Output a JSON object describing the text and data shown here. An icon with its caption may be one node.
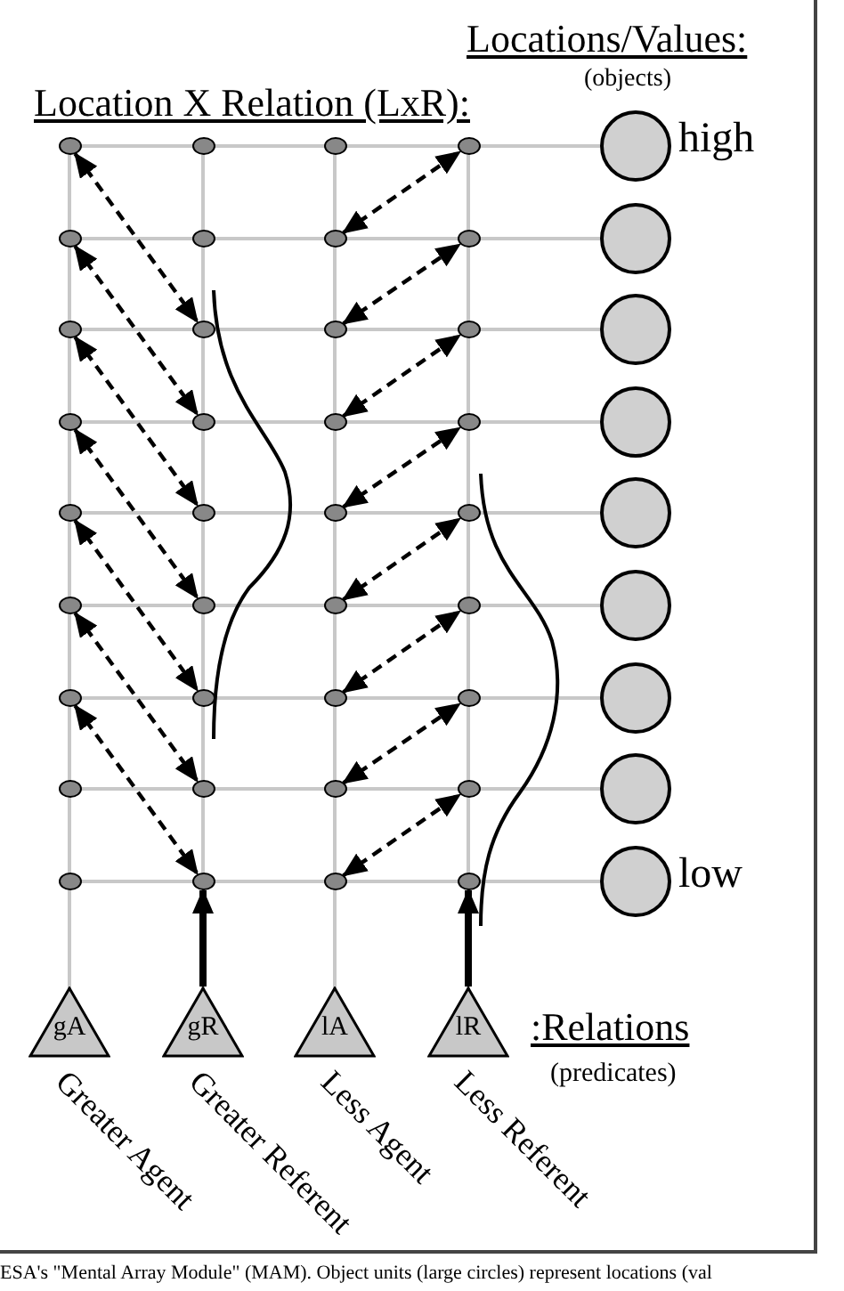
{
  "diagram": {
    "caption": "ESA's \"Mental Array Module\" (MAM).  Object units (large circles) represent locations (val",
    "nodes": [
      {
        "text": [],
        "shape": "circle"
      },
      {
        "text": [],
        "shape": "circle"
      },
      {
        "text": [],
        "shape": "circle"
      },
      {
        "text": [],
        "shape": "circle"
      },
      {
        "text": [],
        "shape": "circle"
      },
      {
        "text": [],
        "shape": "circle"
      },
      {
        "text": [],
        "shape": "circle"
      },
      {
        "text": [],
        "shape": "circle"
      },
      {
        "text": [],
        "shape": "circle"
      },
      {
        "text": [],
        "shape": "circle"
      },
      {
        "text": [],
        "shape": "circle"
      },
      {
        "text": [],
        "shape": "circle"
      },
      {
        "text": [],
        "shape": "circle"
      },
      {
        "text": [],
        "shape": "circle"
      },
      {
        "text": [],
        "shape": "circle"
      },
      {
        "text": [],
        "shape": "circle"
      },
      {
        "text": [],
        "shape": "circle"
      },
      {
        "text": [],
        "shape": "circle"
      },
      {
        "text": [],
        "shape": "circle"
      },
      {
        "text": [],
        "shape": "circle"
      },
      {
        "text": [],
        "shape": "circle"
      },
      {
        "text": [],
        "shape": "circle"
      },
      {
        "text": [],
        "shape": "circle"
      },
      {
        "text": [],
        "shape": "circle"
      },
      {
        "text": [],
        "shape": "circle"
      },
      {
        "text": [],
        "shape": "circle"
      },
      {
        "text": [],
        "shape": "circle"
      },
      {
        "text": [],
        "shape": "circle"
      },
      {
        "text": [],
        "shape": "circle"
      },
      {
        "text": [],
        "shape": "circle"
      },
      {
        "text": [],
        "shape": "circle"
      },
      {
        "text": [],
        "shape": "circle"
      },
      {
        "text": [],
        "shape": "circle"
      },
      {
        "text": [],
        "shape": "circle"
      },
      {
        "text": [],
        "shape": "circle"
      },
      {
        "text": [],
        "shape": "circle"
      },
      {
        "text": [],
        "shape": "circle",
        "beside": [
          "high"
        ]
      },
      {
        "text": [],
        "shape": "circle"
      },
      {
        "text": [],
        "shape": "circle"
      },
      {
        "text": [],
        "shape": "circle"
      },
      {
        "text": [],
        "shape": "circle"
      },
      {
        "text": [],
        "shape": "circle"
      },
      {
        "text": [],
        "shape": "circle"
      },
      {
        "text": [],
        "shape": "circle"
      },
      {
        "text": [],
        "shape": "circle",
        "beside": [
          "low"
        ]
      },
      {
        "text": [
          "gA"
        ],
        "beside": [
          "Greater Agent"
        ]
      },
      {
        "text": [
          "gR"
        ],
        "beside": [
          "Greater Referent"
        ]
      },
      {
        "text": [
          "lA"
        ],
        "beside": [
          "Less Agent"
        ]
      },
      {
        "text": [
          "lR"
        ],
        "beside": [
          "Less Referent"
        ]
      }
    ],
    "edges": [
      {
        "from": 0,
        "to": 9,
        "arrow": "both",
        "style": "dashed"
      },
      {
        "from": 4,
        "to": 13,
        "arrow": "both",
        "style": "dashed"
      },
      {
        "from": 8,
        "to": 17,
        "arrow": "both",
        "style": "dashed"
      },
      {
        "from": 12,
        "to": 21,
        "arrow": "both",
        "style": "dashed"
      },
      {
        "from": 16,
        "to": 25,
        "arrow": "both",
        "style": "dashed"
      },
      {
        "from": 20,
        "to": 29,
        "arrow": "both",
        "style": "dashed"
      },
      {
        "from": 24,
        "to": 33,
        "arrow": "both",
        "style": "dashed"
      },
      {
        "from": 6,
        "to": 3,
        "arrow": "both",
        "style": "dashed"
      },
      {
        "from": 10,
        "to": 7,
        "arrow": "both",
        "style": "dashed"
      },
      {
        "from": 14,
        "to": 11,
        "arrow": "both",
        "style": "dashed"
      },
      {
        "from": 18,
        "to": 15,
        "arrow": "both",
        "style": "dashed"
      },
      {
        "from": 22,
        "to": 19,
        "arrow": "both",
        "style": "dashed"
      },
      {
        "from": 26,
        "to": 23,
        "arrow": "both",
        "style": "dashed"
      },
      {
        "from": 30,
        "to": 27,
        "arrow": "both",
        "style": "dashed"
      },
      {
        "from": 34,
        "to": 31,
        "arrow": "both",
        "style": "dashed"
      },
      {
        "from": 46,
        "to": 33,
        "arrow": "to",
        "style": "thick"
      },
      {
        "from": 48,
        "to": 35,
        "arrow": "to",
        "style": "thick"
      }
    ],
    "labels": [
      "Locations/Values:",
      "(objects)",
      "Location X Relation (LxR):",
      ":Relations",
      "(predicates)"
    ]
  }
}
